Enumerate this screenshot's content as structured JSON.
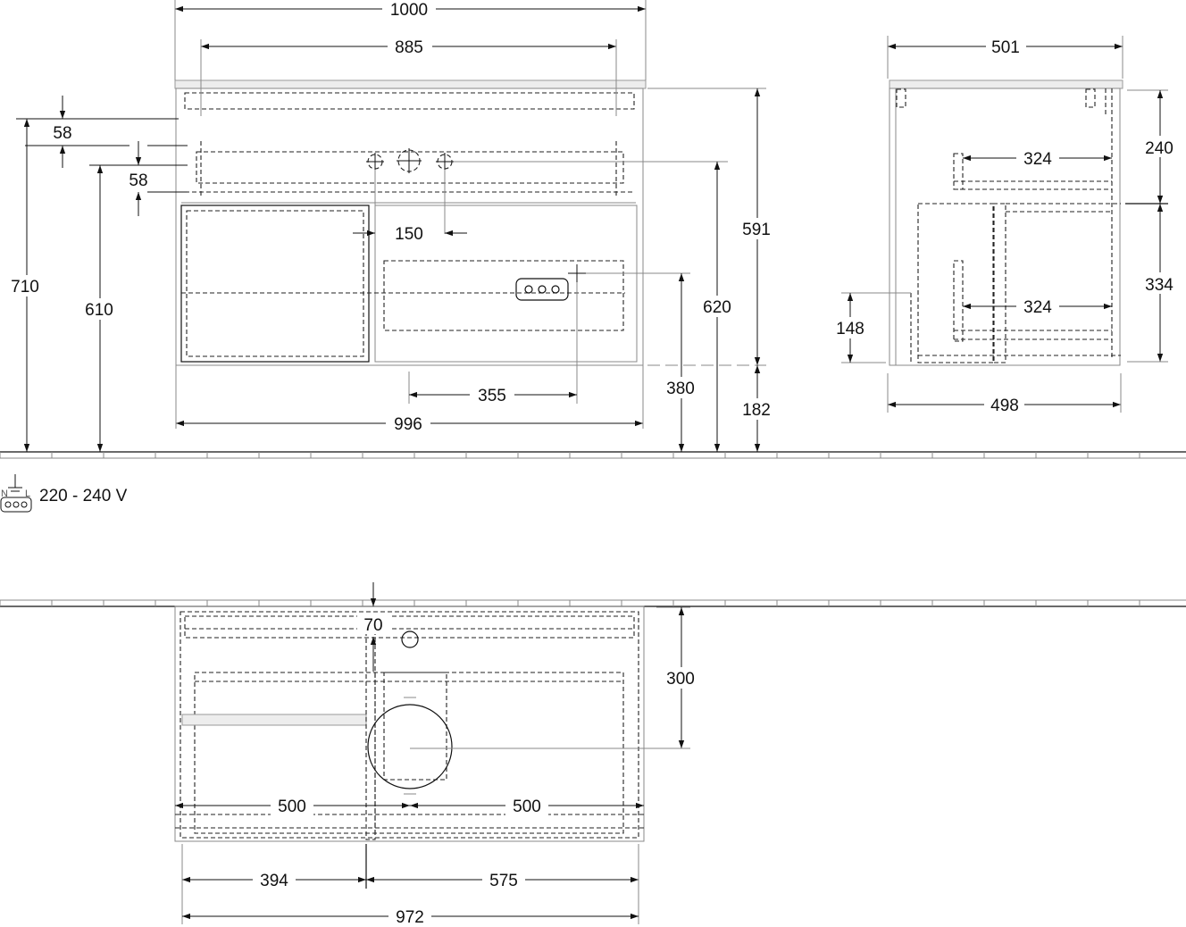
{
  "front_view": {
    "dims": {
      "overall_width": "1000",
      "inner_width": "885",
      "offset_top_1": "58",
      "offset_top_2": "58",
      "height_total": "710",
      "height_610": "610",
      "tap_spacing": "150",
      "body_height": "591",
      "drain_height": "620",
      "socket_height": "380",
      "leg_clearance": "182",
      "socket_offset": "355",
      "body_width": "996"
    }
  },
  "side_view": {
    "dims": {
      "top_depth": "501",
      "shelf_depth_upper": "324",
      "upper_height": "240",
      "shelf_depth_lower": "324",
      "lower_height": "334",
      "socket_height": "148",
      "bottom_depth": "498"
    }
  },
  "power": {
    "label": "220 - 240 V"
  },
  "top_view": {
    "dims": {
      "wall_offset": "70",
      "drain_depth": "300",
      "left_half": "500",
      "right_half": "500",
      "left_width": "394",
      "right_width": "575",
      "total_width": "972"
    }
  }
}
